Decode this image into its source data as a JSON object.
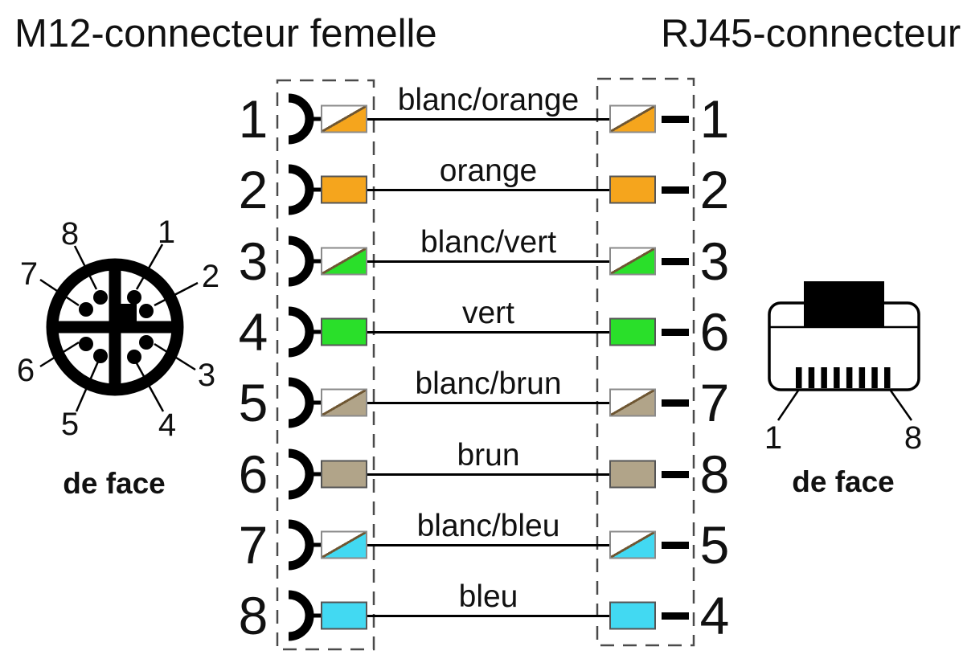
{
  "titles": {
    "left": "M12-connecteur femelle",
    "right": "RJ45-connecteur"
  },
  "m12": {
    "caption": "de face",
    "pin_labels": [
      "1",
      "2",
      "3",
      "4",
      "5",
      "6",
      "7",
      "8"
    ]
  },
  "rj45": {
    "caption": "de face",
    "pin_first": "1",
    "pin_last": "8"
  },
  "colors": {
    "orange": "#F5A51D",
    "green": "#2ADF2A",
    "brown": "#B1A489",
    "blue": "#42D9F2",
    "diagonal": "#6E5632",
    "outline": "#111111"
  },
  "wiring": {
    "rows": [
      {
        "m12_pin": "1",
        "rj45_pin": "1",
        "label": "blanc/orange",
        "color": "#F5A51D",
        "split": true
      },
      {
        "m12_pin": "2",
        "rj45_pin": "2",
        "label": "orange",
        "color": "#F5A51D",
        "split": false
      },
      {
        "m12_pin": "3",
        "rj45_pin": "3",
        "label": "blanc/vert",
        "color": "#2ADF2A",
        "split": true
      },
      {
        "m12_pin": "4",
        "rj45_pin": "6",
        "label": "vert",
        "color": "#2ADF2A",
        "split": false
      },
      {
        "m12_pin": "5",
        "rj45_pin": "7",
        "label": "blanc/brun",
        "color": "#B1A489",
        "split": true
      },
      {
        "m12_pin": "6",
        "rj45_pin": "8",
        "label": "brun",
        "color": "#B1A489",
        "split": false
      },
      {
        "m12_pin": "7",
        "rj45_pin": "5",
        "label": "blanc/bleu",
        "color": "#42D9F2",
        "split": true
      },
      {
        "m12_pin": "8",
        "rj45_pin": "4",
        "label": "bleu",
        "color": "#42D9F2",
        "split": false
      }
    ]
  }
}
